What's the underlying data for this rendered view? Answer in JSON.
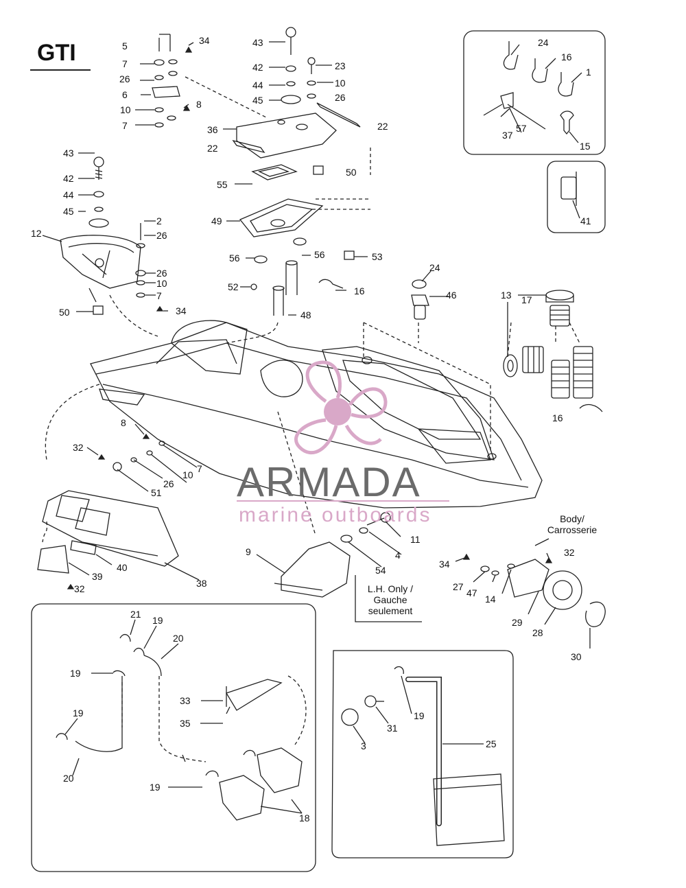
{
  "title": "GTI",
  "notes": {
    "body": "Body/\nCarrosserie",
    "lh_only": "L.H. Only /\nGauche\nseulement"
  },
  "watermark": {
    "brand": "ARMADA",
    "subtitle": "marine outboards",
    "color_gray": "#6b6b6b",
    "color_pink": "#d9a8c8"
  },
  "callouts": [
    "5",
    "7",
    "26",
    "6",
    "10",
    "7",
    "34",
    "8",
    "43",
    "42",
    "44",
    "45",
    "23",
    "10",
    "26",
    "36",
    "22",
    "22",
    "55",
    "50",
    "49",
    "56",
    "56",
    "53",
    "52",
    "16",
    "48",
    "43",
    "42",
    "44",
    "45",
    "2",
    "26",
    "12",
    "26",
    "10",
    "7",
    "34",
    "50",
    "24",
    "16",
    "1",
    "37",
    "57",
    "15",
    "41",
    "24",
    "46",
    "13",
    "17",
    "16",
    "8",
    "32",
    "7",
    "10",
    "26",
    "51",
    "38",
    "39",
    "40",
    "32",
    "9",
    "11",
    "4",
    "54",
    "34",
    "27",
    "47",
    "14",
    "32",
    "29",
    "28",
    "30",
    "21",
    "19",
    "20",
    "19",
    "19",
    "20",
    "33",
    "35",
    "19",
    "18",
    "19",
    "31",
    "3",
    "25"
  ]
}
